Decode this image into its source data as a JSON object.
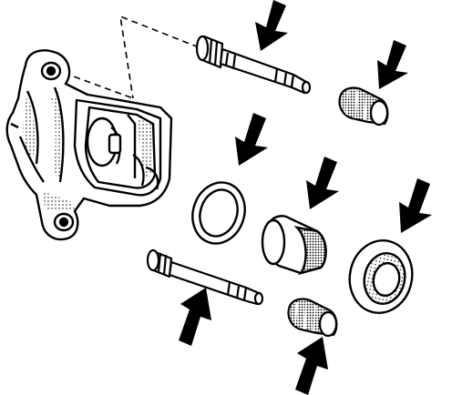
{
  "diagram": {
    "parts": [
      {
        "id": "caliper",
        "icon": "brake-caliper-housing"
      },
      {
        "id": "upper-slide-pin",
        "icon": "slide-pin"
      },
      {
        "id": "lower-slide-pin",
        "icon": "slide-pin"
      },
      {
        "id": "upper-pin-boot",
        "icon": "rubber-boot"
      },
      {
        "id": "lower-pin-boot",
        "icon": "rubber-boot"
      },
      {
        "id": "piston-seal",
        "icon": "o-ring"
      },
      {
        "id": "piston",
        "icon": "piston"
      },
      {
        "id": "dust-boot",
        "icon": "dust-seal"
      }
    ],
    "arrows": [
      {
        "target": "upper-slide-pin",
        "direction": "down-left"
      },
      {
        "target": "upper-pin-boot",
        "direction": "down-left"
      },
      {
        "target": "piston-seal",
        "direction": "down-left"
      },
      {
        "target": "piston",
        "direction": "down-left"
      },
      {
        "target": "dust-boot",
        "direction": "down-left"
      },
      {
        "target": "lower-slide-pin",
        "direction": "up-right"
      },
      {
        "target": "lower-pin-boot",
        "direction": "up-right"
      }
    ],
    "colors": {
      "line": "#000000",
      "background": "#ffffff"
    }
  }
}
